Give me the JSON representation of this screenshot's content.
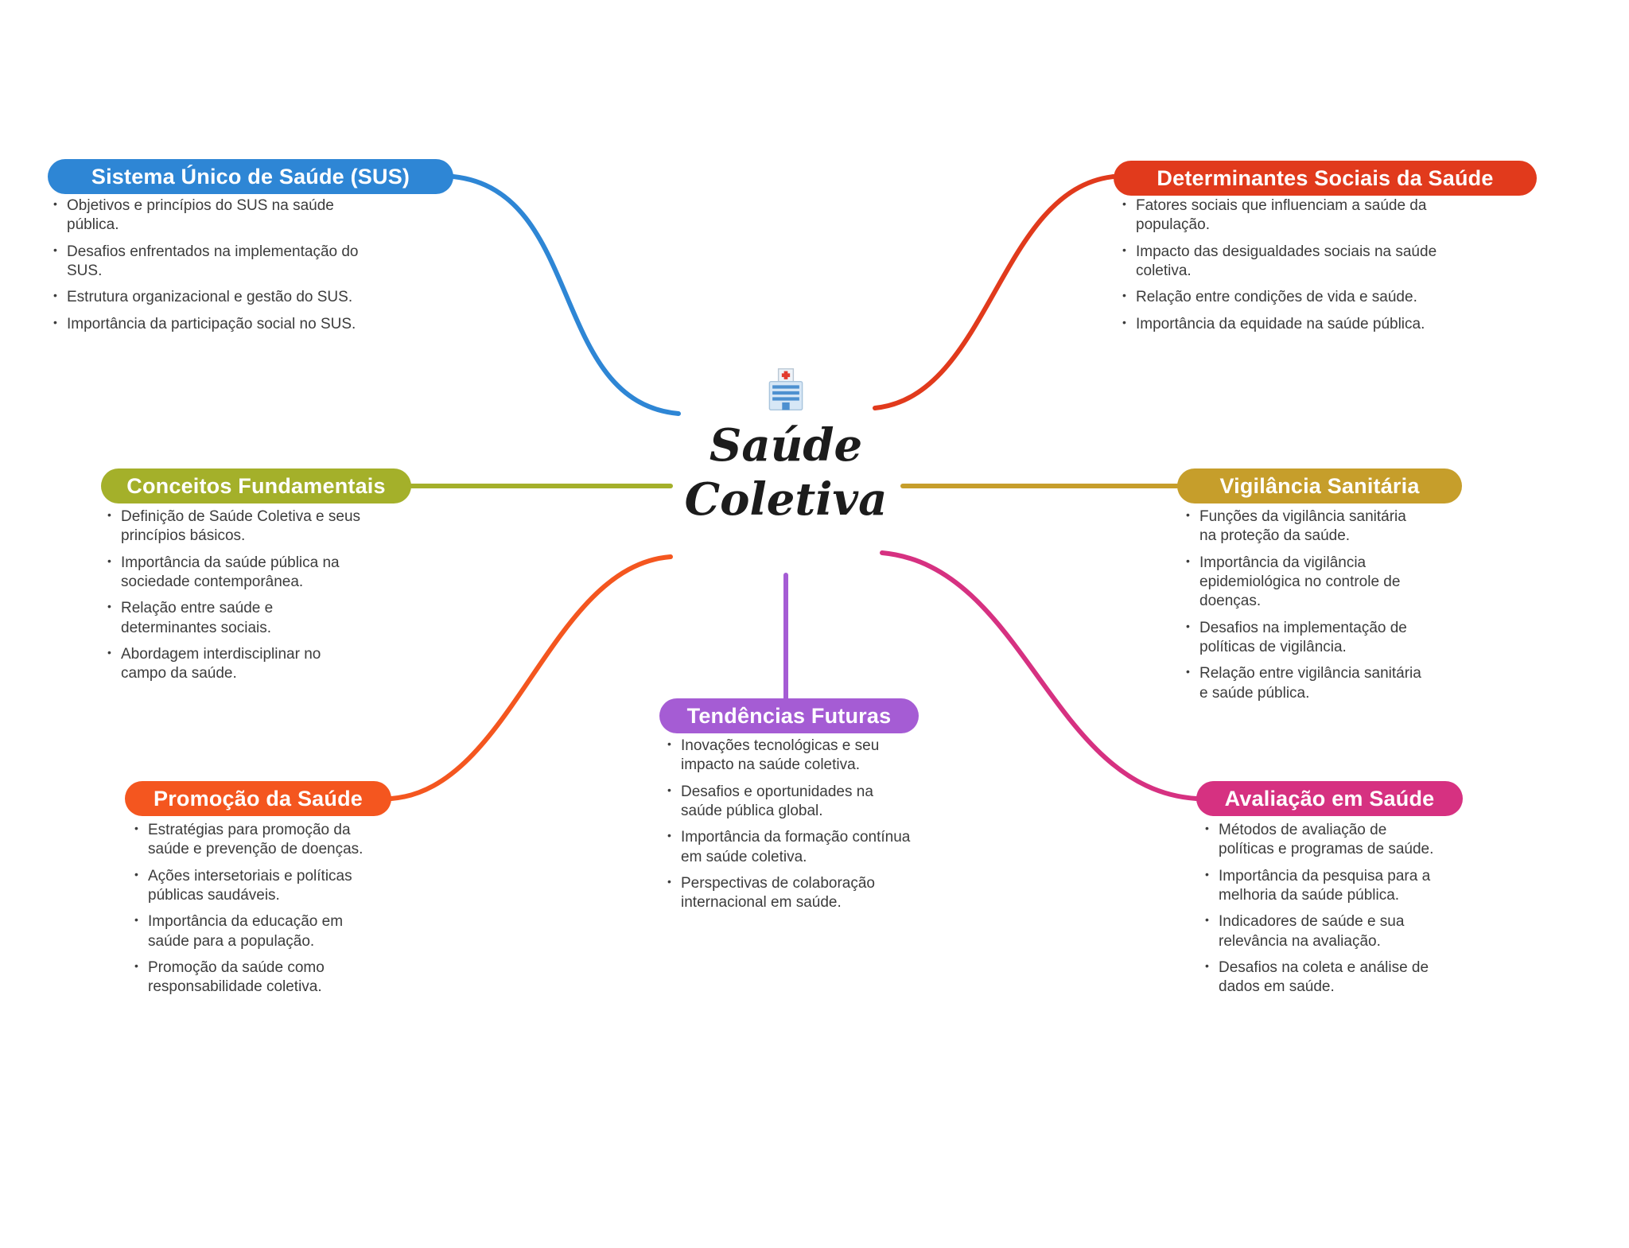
{
  "center": {
    "icon": "hospital-icon",
    "title_lines": [
      "Saúde",
      "Coletiva"
    ]
  },
  "branches": [
    {
      "id": "sus",
      "label": "Sistema Único de Saúde (SUS)",
      "color": "#2e86d5",
      "items": [
        "Objetivos e princípios do SUS na saúde pública.",
        "Desafios enfrentados na implementação do SUS.",
        "Estrutura organizacional e gestão do SUS.",
        "Importância da participação social no SUS."
      ]
    },
    {
      "id": "determinantes",
      "label": "Determinantes Sociais da Saúde",
      "color": "#e13a1c",
      "items": [
        "Fatores sociais que influenciam a saúde da população.",
        "Impacto das desigualdades sociais na saúde coletiva.",
        "Relação entre condições de vida e saúde.",
        "Importância da equidade na saúde pública."
      ]
    },
    {
      "id": "conceitos",
      "label": "Conceitos Fundamentais",
      "color": "#a4b02a",
      "items": [
        "Definição de Saúde Coletiva e seus princípios básicos.",
        "Importância da saúde pública na sociedade contemporânea.",
        "Relação entre saúde e determinantes sociais.",
        "Abordagem interdisciplinar no campo da saúde."
      ]
    },
    {
      "id": "vigilancia",
      "label": "Vigilância Sanitária",
      "color": "#c69e2b",
      "items": [
        "Funções da vigilância sanitária na proteção da saúde.",
        "Importância da vigilância epidemiológica no controle de doenças.",
        "Desafios na implementação de políticas de vigilância.",
        "Relação entre vigilância sanitária e saúde pública."
      ]
    },
    {
      "id": "promocao",
      "label": "Promoção da Saúde",
      "color": "#f4561f",
      "items": [
        "Estratégias para promoção da saúde e prevenção de doenças.",
        "Ações intersetoriais e políticas públicas saudáveis.",
        "Importância da educação em saúde para a população.",
        "Promoção da saúde como responsabilidade coletiva."
      ]
    },
    {
      "id": "tendencias",
      "label": "Tendências Futuras",
      "color": "#a55cd4",
      "items": [
        "Inovações tecnológicas e seu impacto na saúde coletiva.",
        "Desafios e oportunidades na saúde pública global.",
        "Importância da formação contínua em saúde coletiva.",
        "Perspectivas de colaboração internacional em saúde."
      ]
    },
    {
      "id": "avaliacao",
      "label": "Avaliação em Saúde",
      "color": "#d63181",
      "items": [
        "Métodos de avaliação de políticas e programas de saúde.",
        "Importância da pesquisa para a melhoria da saúde pública.",
        "Indicadores de saúde e sua relevância na avaliação.",
        "Desafios na coleta e análise de dados em saúde."
      ]
    }
  ]
}
